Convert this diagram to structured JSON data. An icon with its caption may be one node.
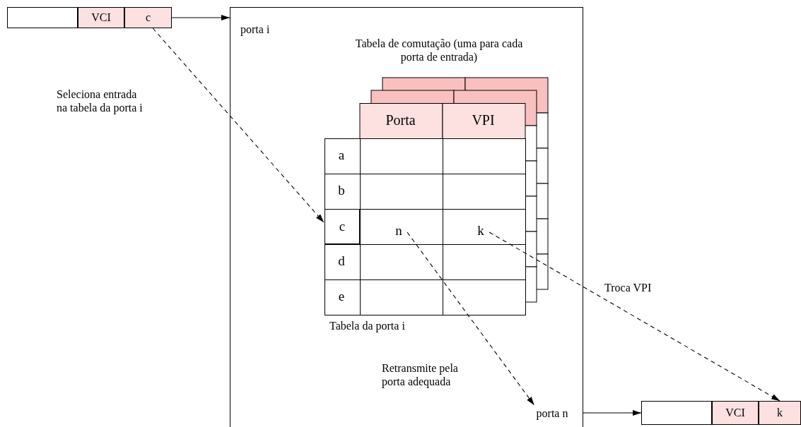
{
  "diagram": {
    "nodes": [
      {
        "text": [],
        "shape": "box"
      },
      {
        "text": [],
        "shape": "box"
      },
      {
        "text": [
          "VCI"
        ]
      },
      {
        "text": [
          "c"
        ]
      },
      {
        "text": [],
        "shape": "box",
        "in": 0
      },
      {
        "text": [
          "c"
        ],
        "in": 4
      },
      {
        "text": [
          "n"
        ],
        "in": 4
      },
      {
        "text": [
          "k"
        ],
        "in": 4
      },
      {
        "text": [
          "porta n"
        ],
        "in": 0
      },
      {
        "text": [],
        "shape": "box"
      },
      {
        "text": [
          "VCI"
        ]
      },
      {
        "text": [
          "k"
        ]
      }
    ],
    "edges": [
      {
        "from": 3,
        "to": 0,
        "arrow": "to"
      },
      {
        "from": 3,
        "to": 5,
        "arrow": "to",
        "style": "dashed",
        "label": "Seleciona entrada na tabela da porta i"
      },
      {
        "from": 6,
        "to": 8,
        "arrow": "to",
        "style": "dashed",
        "label": "Retransmite pela porta adequada"
      },
      {
        "from": 7,
        "to": 11,
        "arrow": "to",
        "style": "dashed",
        "label": "Troca VPI"
      },
      {
        "from": 0,
        "to": 9,
        "arrow": "to"
      }
    ],
    "labels": [
      "porta i",
      "Tabela de comutação (uma para cada porta de entrada)",
      "Porta",
      "VPI",
      "a",
      "b",
      "d",
      "e",
      "Tabela da porta i"
    ]
  }
}
